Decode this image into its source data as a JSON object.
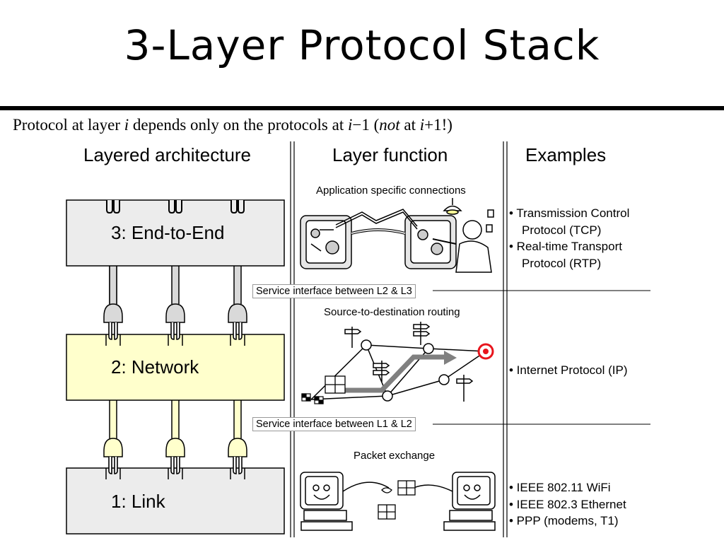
{
  "slide": {
    "title": "3-Layer Protocol Stack",
    "subtitle_parts": {
      "p1": "Protocol at layer ",
      "i1": "i",
      "p2": " depends only on the protocols at ",
      "i2": "i",
      "p3": "−1 (",
      "i3": "not",
      "p4": " at ",
      "i4": "i",
      "p5": "+1!)"
    }
  },
  "columns": {
    "architecture": "Layered architecture",
    "function": "Layer function",
    "examples": "Examples"
  },
  "layers": [
    {
      "label": "3: End-to-End",
      "color": "#ececec",
      "function_caption": "Application specific connections"
    },
    {
      "label": "2: Network",
      "color": "#ffffcc",
      "function_caption": "Source-to-destination routing"
    },
    {
      "label": "1: Link",
      "color": "#ececec",
      "function_caption": "Packet exchange"
    }
  ],
  "interfaces": [
    "Service interface between L2 & L3",
    "Service interface between L1 & L2"
  ],
  "examples": {
    "layer3": [
      "• Transmission Control",
      "Protocol (TCP)",
      "• Real-time Transport",
      "Protocol (RTP)"
    ],
    "layer2": [
      "• Internet Protocol (IP)"
    ],
    "layer1": [
      "• IEEE 802.11 WiFi",
      "• IEEE 802.3 Ethernet",
      "• PPP (modems, T1)"
    ]
  },
  "colors": {
    "plug_gray": "#d9d9d9",
    "plug_yellow": "#ffffcc",
    "target_red": "#e8141c",
    "route_arrow": "#808080"
  },
  "icons": [
    "plug-icon",
    "puppet-computers-illustration",
    "road-signs-illustration",
    "target-icon",
    "checkered-flag-icon",
    "packet-box-icon",
    "smiling-computer-icon"
  ]
}
